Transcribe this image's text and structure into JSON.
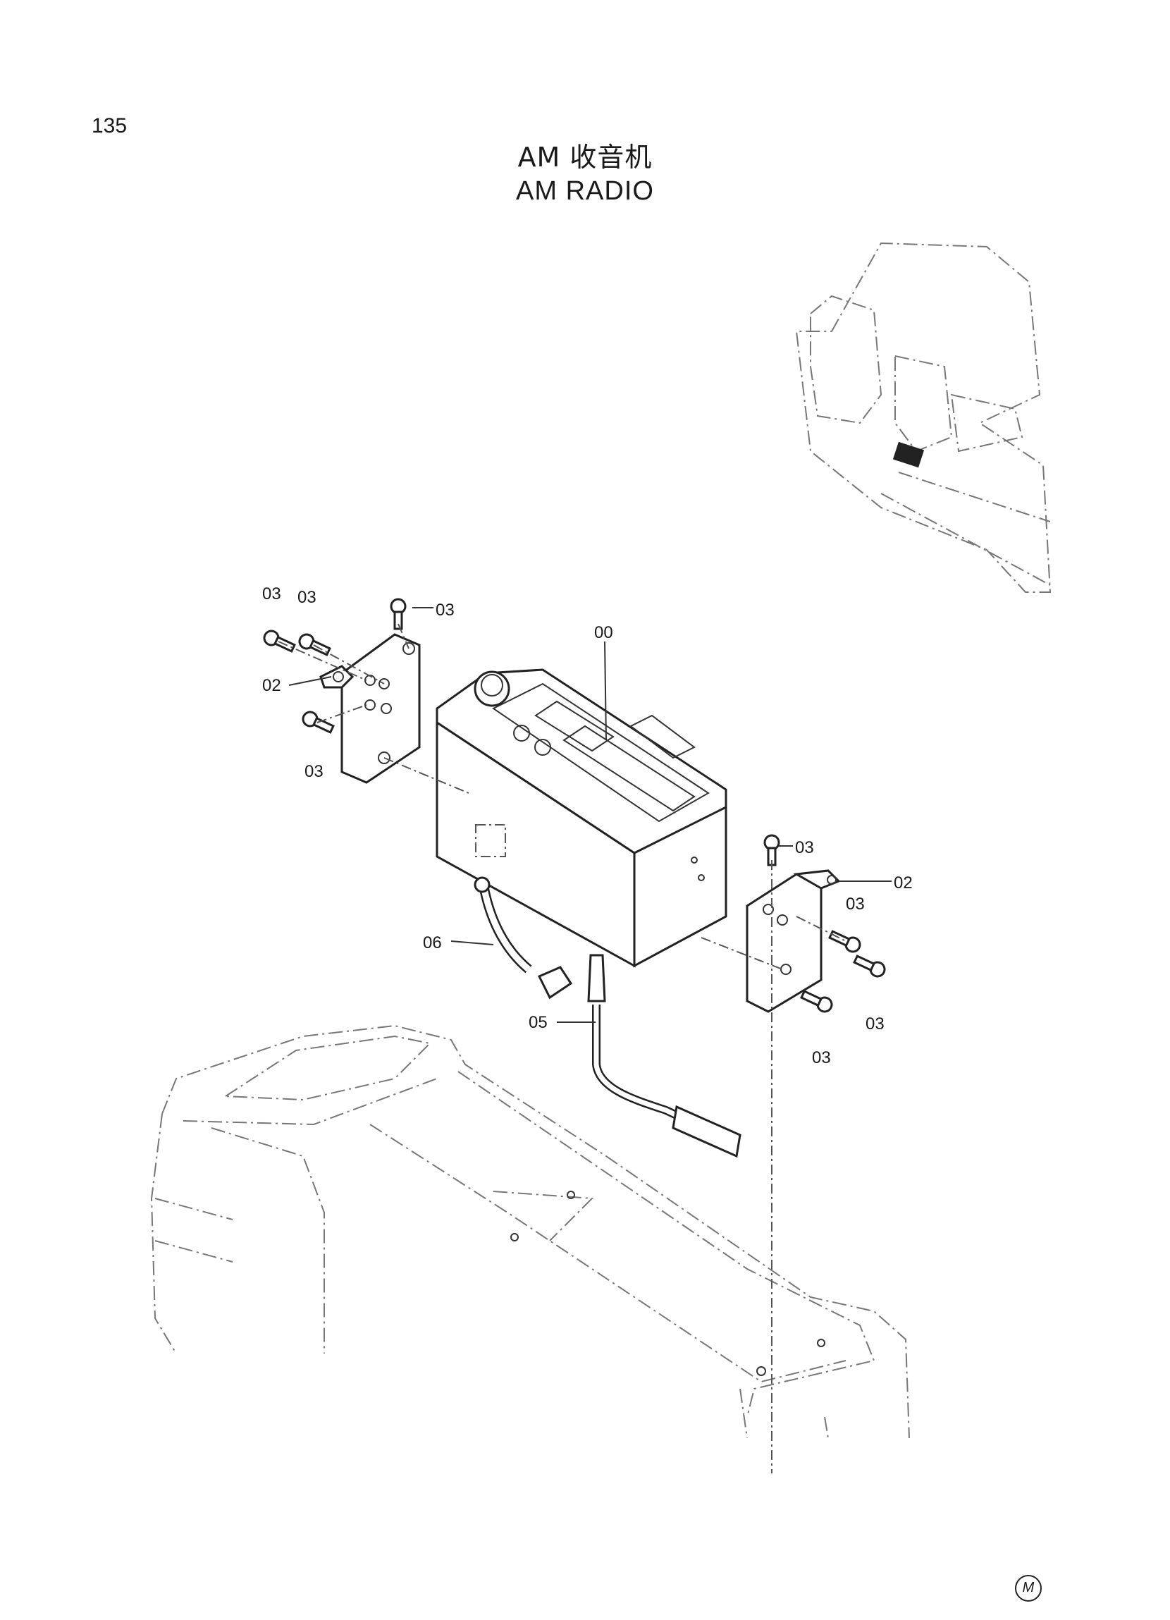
{
  "page": {
    "number": "135"
  },
  "title": {
    "cn": "AM 收音机",
    "en": "AM RADIO"
  },
  "callouts": [
    {
      "id": "c1",
      "text": "03"
    },
    {
      "id": "c2",
      "text": "03"
    },
    {
      "id": "c3",
      "text": "03"
    },
    {
      "id": "c4",
      "text": "02"
    },
    {
      "id": "c5",
      "text": "03"
    },
    {
      "id": "c6",
      "text": "00"
    },
    {
      "id": "c7",
      "text": "03"
    },
    {
      "id": "c8",
      "text": "02"
    },
    {
      "id": "c9",
      "text": "03"
    },
    {
      "id": "c10",
      "text": "06"
    },
    {
      "id": "c11",
      "text": "05"
    },
    {
      "id": "c12",
      "text": "03"
    },
    {
      "id": "c13",
      "text": "03"
    }
  ],
  "maker_mark": "M"
}
